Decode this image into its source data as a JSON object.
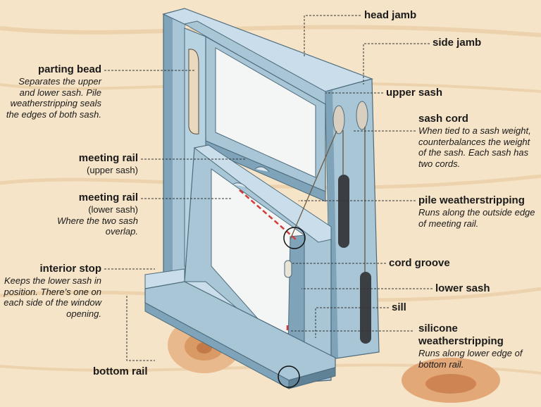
{
  "colors": {
    "frame": "#a8c6d6",
    "frame_dark": "#7fa3b8",
    "frame_light": "#c9deea",
    "glass": "#f3f6f4",
    "wood": "#f3dcb8",
    "wood_grain": "#e7c89a",
    "wood_knot": "#d79a68",
    "leader": "#333333",
    "strip": "#d43a3a",
    "weight": "#3b3f44"
  },
  "labels": {
    "head_jamb": {
      "title": "head jamb"
    },
    "side_jamb": {
      "title": "side jamb"
    },
    "upper_sash": {
      "title": "upper sash"
    },
    "parting_bead": {
      "title": "parting bead",
      "desc": "Separates the upper and lower sash. Pile weatherstripping seals the edges of both sash."
    },
    "sash_cord": {
      "title": "sash cord",
      "desc": "When tied to a sash weight, counterbalances the weight of the sash. Each sash has two cords."
    },
    "meeting_rail_upper": {
      "title": "meeting rail",
      "sub": "(upper sash)"
    },
    "meeting_rail_lower": {
      "title": "meeting rail",
      "sub": "(lower sash)",
      "desc": "Where the two sash overlap."
    },
    "pile_weatherstripping": {
      "title": "pile weatherstripping",
      "desc": "Runs along the outside edge of meeting rail."
    },
    "cord_groove": {
      "title": "cord groove"
    },
    "interior_stop": {
      "title": "interior stop",
      "desc": "Keeps the lower sash in position. There’s one on each side of the window opening."
    },
    "lower_sash": {
      "title": "lower sash"
    },
    "sill": {
      "title": "sill"
    },
    "silicone_weatherstripping": {
      "title": "silicone weatherstripping",
      "desc": "Runs along lower edge of bottom rail."
    },
    "bottom_rail": {
      "title": "bottom rail"
    }
  }
}
